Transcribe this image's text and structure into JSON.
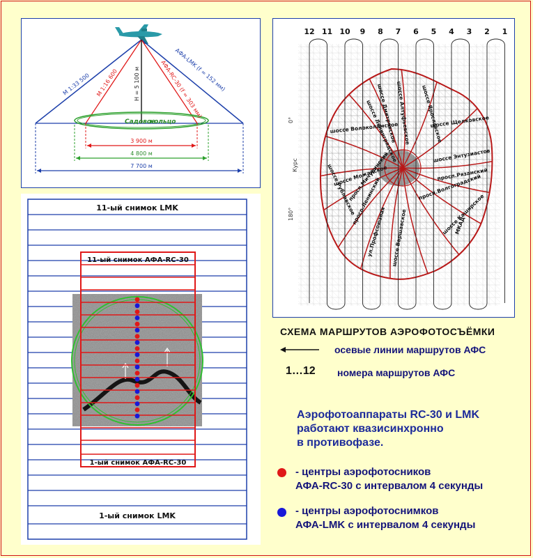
{
  "colors": {
    "page_bg": "#ffffcc",
    "frame": "#d01010",
    "blue": "#1c3faa",
    "red": "#e01818",
    "green": "#2ca02c",
    "text_blue": "#14147a"
  },
  "diagram": {
    "scale_lmk": "М 1:33 500",
    "scale_rc30": "М 1:16 600",
    "height": "Н = 5 100 м",
    "camera_lmk": "АФА-LMK (f = 152 мм)",
    "camera_rc30": "АФА-RC-30 (f = 303 мм)",
    "ring_line1": "Садовое",
    "ring_line2": "кольцо",
    "dim_red": "3 900 м",
    "dim_green": "4 800 м",
    "dim_blue": "7 700 м",
    "aircraft_icon": "airplane-icon"
  },
  "footprints": {
    "lmk_top": "11-ый снимок LMK",
    "lmk_bottom": "1-ый снимок LMK",
    "rc30_top": "11-ый снимок АФА-RC-30",
    "rc30_bottom": "1-ый снимок АФА-RC-30",
    "photo_icon": "aerial-photo-image"
  },
  "map": {
    "route_numbers": [
      "12",
      "11",
      "10",
      "9",
      "8",
      "7",
      "6",
      "5",
      "4",
      "3",
      "2",
      "1"
    ],
    "course_label": "Курс",
    "course_0": "0°",
    "course_180": "180°",
    "highways": [
      "шоссе Дмитровское",
      "шоссе Алтуфьевское",
      "шоссе Ярославское",
      "шоссе Ленинградское",
      "шоссе Щелковское",
      "шоссе Волоколамское",
      "шоссе Энтузиастов",
      "шоссе Рублевское",
      "просп.Рязанский",
      "шоссе Можайское",
      "просп.Волгоградский",
      "просп.Мичуринский",
      "просп.Ленинский",
      "шоссе Каширское",
      "ул.Профсоюзная",
      "шоссе Варшавское",
      "МКАД"
    ]
  },
  "legend": {
    "title": "СХЕМА  МАРШРУТОВ  АЭРОФОТОСЪЁМКИ",
    "axis_lines": "осевые линии маршрутов АФС",
    "range": "1…12",
    "route_numbers": "номера маршрутов АФС",
    "arrow_icon": "arrow-left-icon"
  },
  "statement": {
    "line1": "Аэрофотоаппараты RC-30 и LMK",
    "line2": "работают квазисинхронно",
    "line3": "в противофазе."
  },
  "centers": {
    "red_line1": "-  центры аэрофотосников",
    "red_line2": "АФА-RC-30 с интервалом 4 секунды",
    "blue_line1": "-  центры аэрофотоснимков",
    "blue_line2": "АФА-LMK с интервалом 4 секунды"
  }
}
